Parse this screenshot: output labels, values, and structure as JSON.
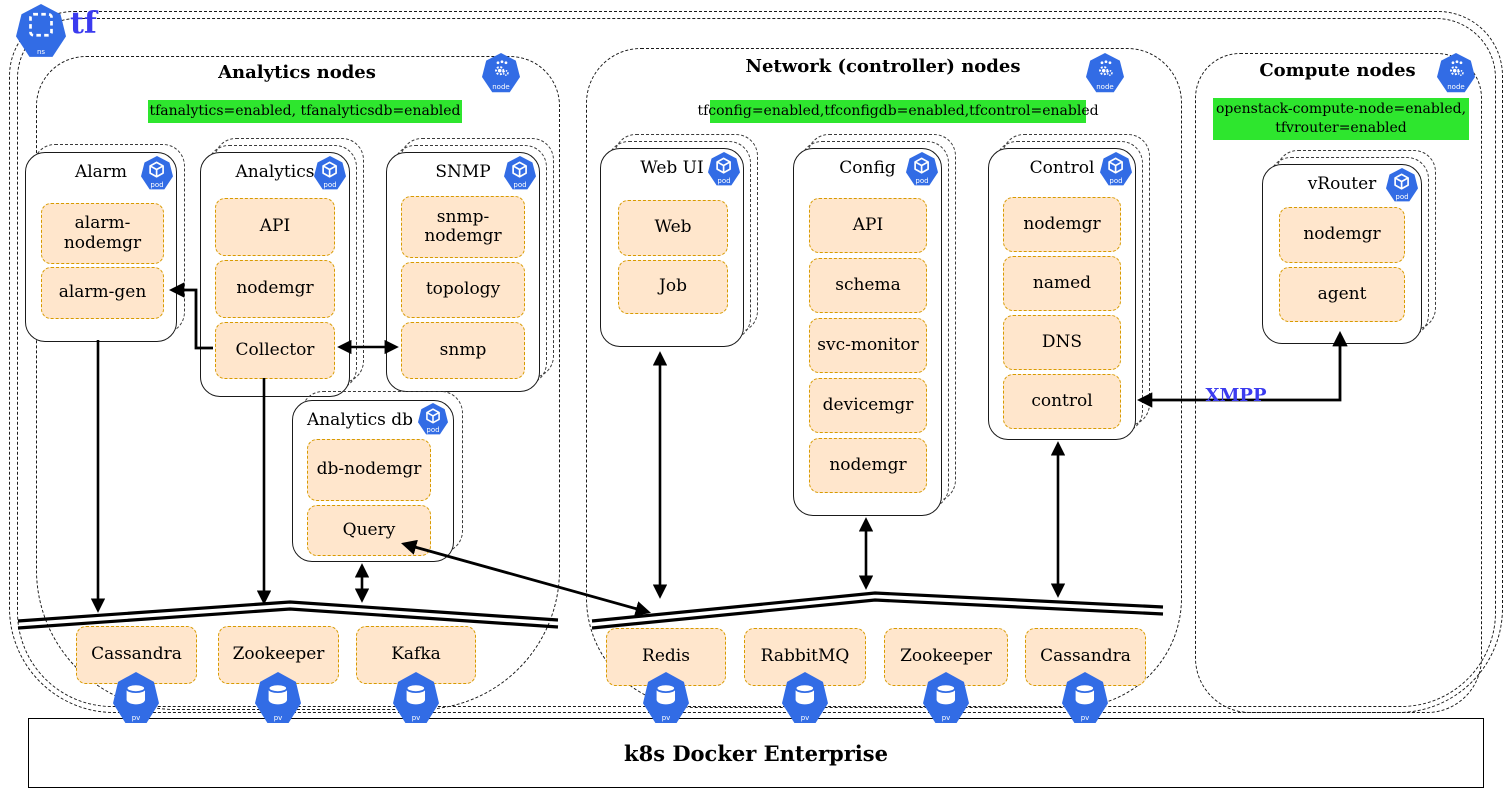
{
  "app": {
    "namespace_label": "tf",
    "platform": "k8s Docker Enterprise",
    "xmpp_label": "XMPP"
  },
  "icons": {
    "ns": "ns",
    "node": "node",
    "pod": "pod",
    "pv": "pv"
  },
  "groups": {
    "analytics": {
      "title": "Analytics nodes",
      "selector": "tfanalytics=enabled, tfanalyticsdb=enabled"
    },
    "network": {
      "title": "Network (controller) nodes",
      "selector": "tfconfig=enabled,tfconfigdb=enabled,tfcontrol=enabled"
    },
    "compute": {
      "title": "Compute nodes",
      "selector_line1": "openstack-compute-node=enabled,",
      "selector_line2": "tfvrouter=enabled"
    }
  },
  "pods": {
    "alarm": {
      "label": "Alarm",
      "containers": [
        "alarm-nodemgr",
        "alarm-gen"
      ]
    },
    "analytics": {
      "label": "Analytics",
      "containers": [
        "API",
        "nodemgr",
        "Collector"
      ]
    },
    "snmp": {
      "label": "SNMP",
      "containers": [
        "snmp-nodemgr",
        "topology",
        "snmp"
      ]
    },
    "analyticsdb": {
      "label": "Analytics db",
      "containers": [
        "db-nodemgr",
        "Query"
      ]
    },
    "webui": {
      "label": "Web UI",
      "containers": [
        "Web",
        "Job"
      ]
    },
    "config": {
      "label": "Config",
      "containers": [
        "API",
        "schema",
        "svc-monitor",
        "devicemgr",
        "nodemgr"
      ]
    },
    "control": {
      "label": "Control",
      "containers": [
        "nodemgr",
        "named",
        "DNS",
        "control"
      ]
    },
    "vrouter": {
      "label": "vRouter",
      "containers": [
        "nodemgr",
        "agent"
      ]
    }
  },
  "storage": {
    "analytics": [
      "Cassandra",
      "Zookeeper",
      "Kafka"
    ],
    "network": [
      "Redis",
      "RabbitMQ",
      "Zookeeper",
      "Cassandra"
    ]
  },
  "colors": {
    "k8s_blue": "#326ce5",
    "selector_green": "#2ee62e",
    "container_fill": "#ffe6cc",
    "container_stroke": "#d79b00",
    "accent_text": "#3b3bef"
  }
}
